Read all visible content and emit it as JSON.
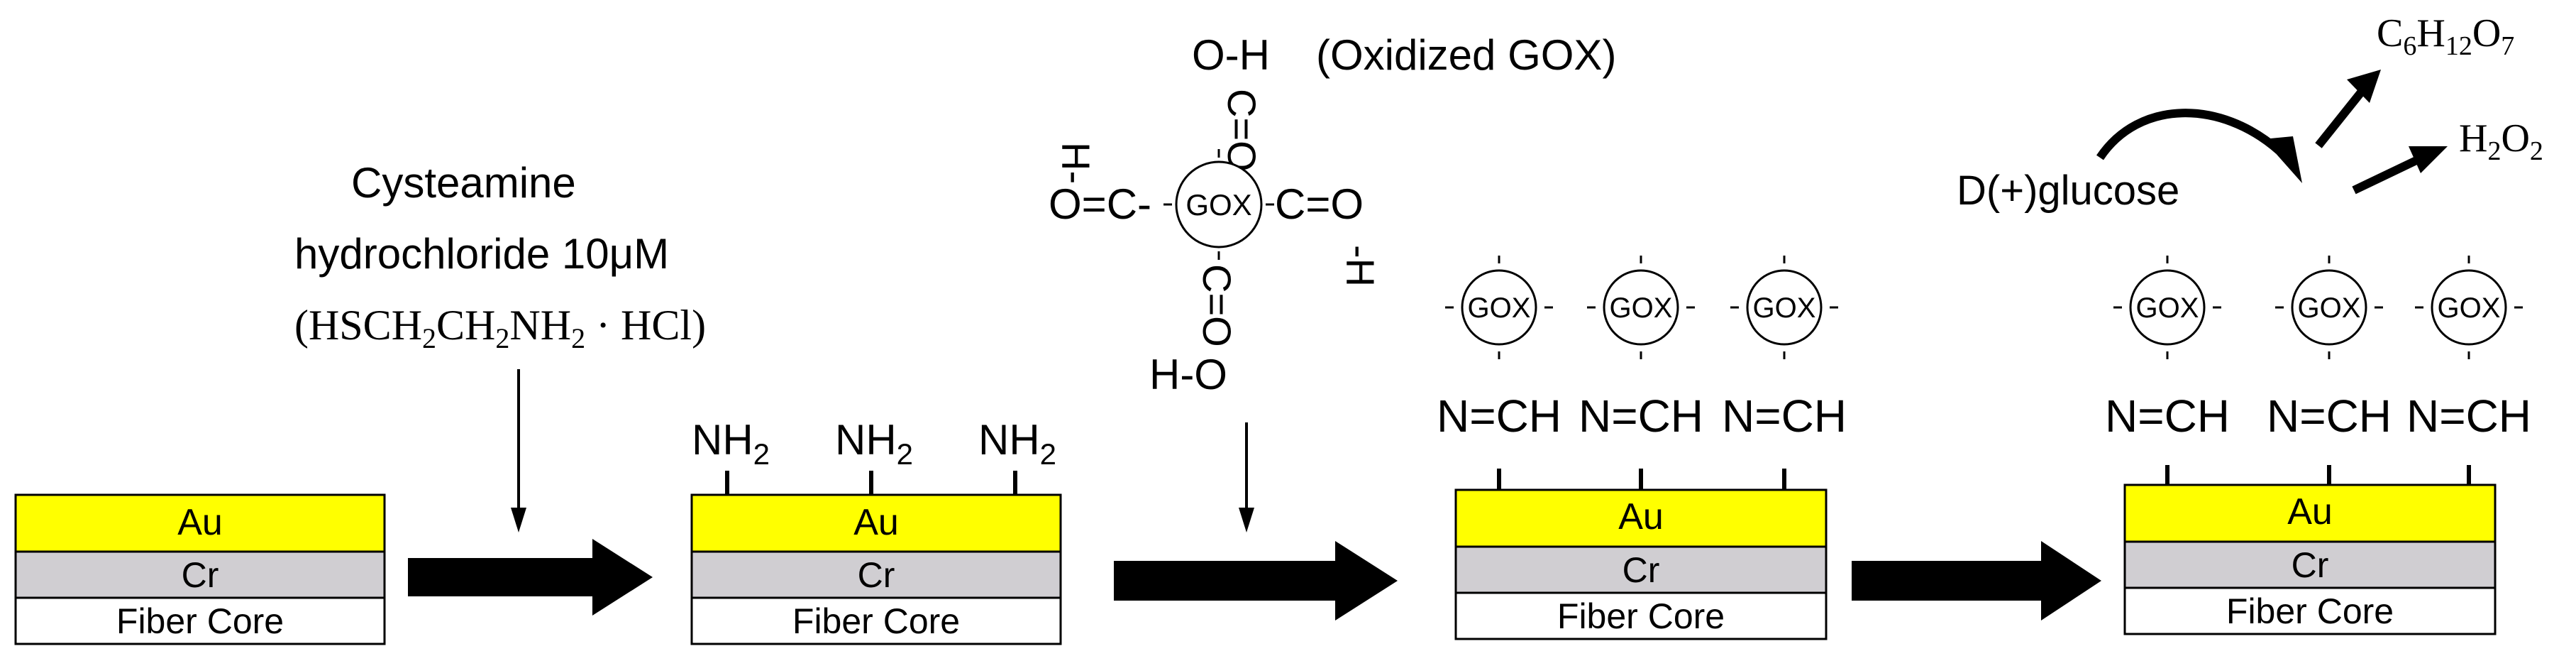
{
  "colors": {
    "gold_layer": "#ffff00",
    "chrome_layer": "#d0ced2",
    "fiber_layer": "#ffffff",
    "outline": "#000000",
    "arrow": "#000000"
  },
  "layers": {
    "au": "Au",
    "cr": "Cr",
    "fiber": "Fiber Core"
  },
  "reagent": {
    "name_line1": "Cysteamine",
    "name_line2": "hydrochloride 10μM",
    "formula": "(HSCH2CH2NH2 · HCl)"
  },
  "amine_group": "NH2",
  "oxidized_gox": {
    "label": "(Oxidized GOX)",
    "core": "GOX",
    "top_group": "O-H",
    "left_group": "O=C-",
    "right_group": "C=O",
    "bottom_group": "H-O",
    "top_bond": "C=O",
    "bottom_bond": "C=O",
    "left_h": "H-",
    "right_h": "-H"
  },
  "immobilized": {
    "enzyme": "GOX",
    "linkage": "N=CH"
  },
  "reaction": {
    "substrate": "D(+)glucose",
    "product1": "C6H12O7",
    "product2": "H2O2"
  },
  "icons": [
    "right-arrow-icon",
    "down-arrow-icon",
    "curved-arrow-icon"
  ]
}
